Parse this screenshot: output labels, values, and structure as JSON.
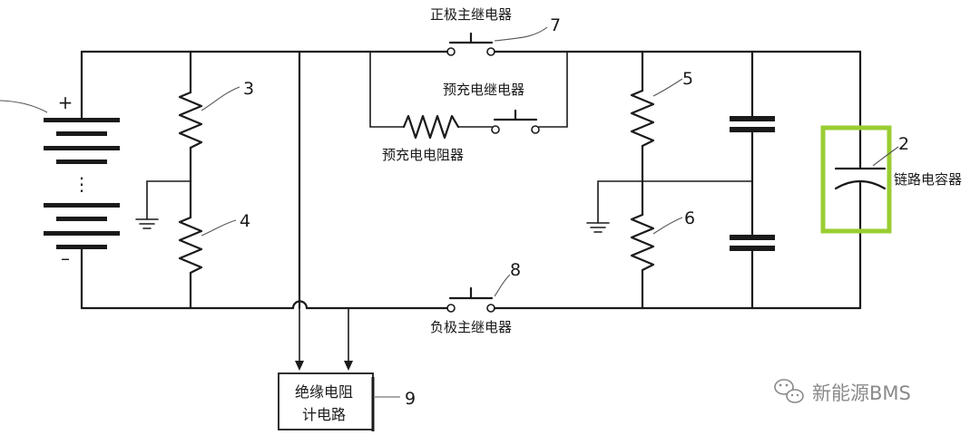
{
  "labels": {
    "positive_main_relay": "正极主继电器",
    "precharge_relay": "预充电继电器",
    "precharge_resistor": "预充电电阻器",
    "negative_main_relay": "负极主继电器",
    "link_capacitor": "链路电容器",
    "insulation_circuit_line1": "绝缘电阻",
    "insulation_circuit_line2": "计电路"
  },
  "numbers": {
    "n2": "2",
    "n3": "3",
    "n4": "4",
    "n5": "5",
    "n6": "6",
    "n7": "7",
    "n8": "8",
    "n9": "9"
  },
  "battery": {
    "plus": "+",
    "minus": "–",
    "ellipsis": "⋮"
  },
  "watermark": {
    "text": "新能源BMS",
    "icon": "wechat-icon"
  },
  "colors": {
    "highlight": "#9acd32",
    "line": "#1a1a1a"
  }
}
